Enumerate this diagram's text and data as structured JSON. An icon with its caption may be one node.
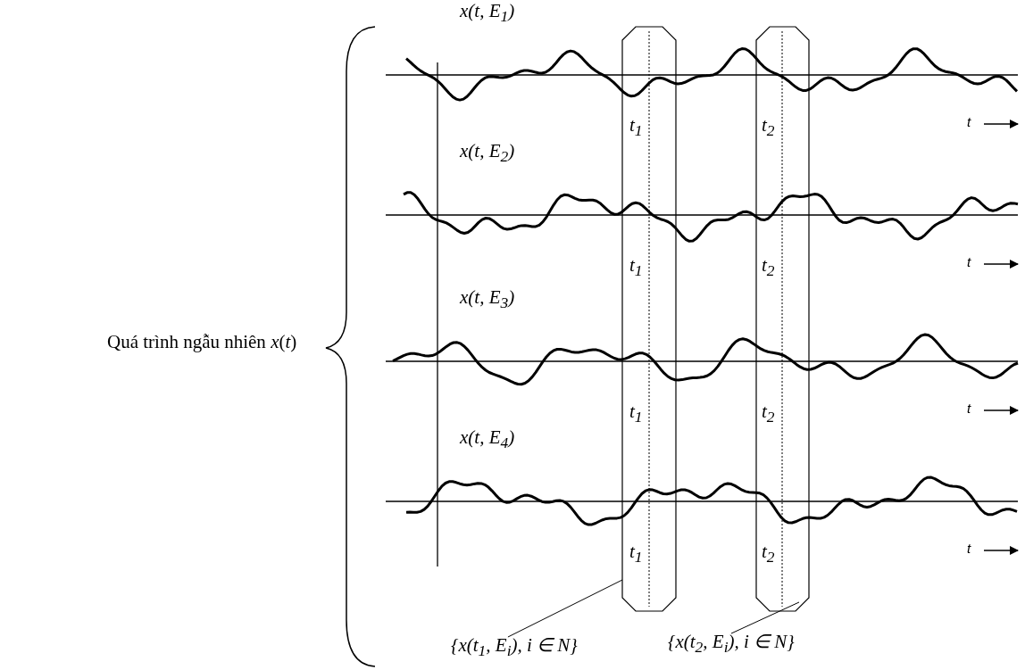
{
  "diagram": {
    "nodes": [
      {
        "text": [],
        "shape": "box"
      },
      {
        "text": [],
        "shape": "box"
      },
      {
        "text": [
          "{x(t$_{1}$, E$_{i}$), i ∈ N}"
        ]
      },
      {
        "text": [
          "{x(t$_{2}$, E$_{i}$), i ∈ N}"
        ]
      }
    ],
    "edges": [
      {
        "from": 2,
        "to": 0,
        "arrow": "none"
      },
      {
        "from": 3,
        "to": 1,
        "arrow": "none"
      }
    ],
    "labels": [
      "Quá trình ngẫu nhiên *x*(*t*)",
      "x(t, E$_{1}$)",
      "t$_{1}$",
      "t$_{2}$",
      "t",
      "x(t, E$_{2}$)",
      "t$_{1}$",
      "t$_{2}$",
      "t",
      "x(t, E$_{3}$)",
      "t$_{1}$",
      "t$_{2}$",
      "t",
      "x(t, E$_{4}$)",
      "t$_{1}$",
      "t$_{2}$",
      "t"
    ]
  }
}
